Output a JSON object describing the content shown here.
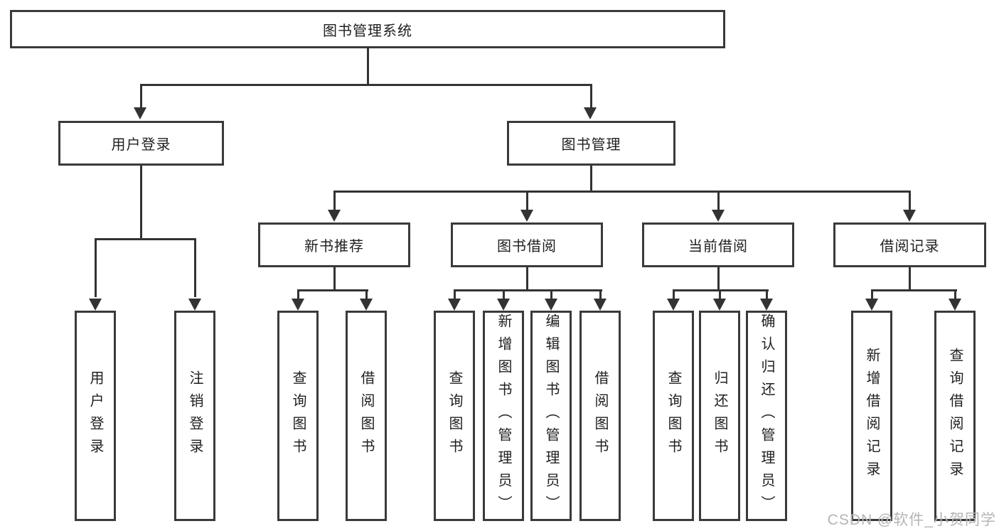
{
  "nodes": {
    "root": "图书管理系统",
    "user_login": "用户登录",
    "book_mgmt": "图书管理",
    "new_book_rec": "新书推荐",
    "book_borrow": "图书借阅",
    "current_borrow": "当前借阅",
    "borrow_records": "借阅记录",
    "leaf_user_login": "用户登录",
    "leaf_logout": "注销登录",
    "leaf_rec_query": "查询图书",
    "leaf_rec_borrow": "借阅图书",
    "leaf_bb_query": "查询图书",
    "leaf_bb_add": "新增图书（管理员）",
    "leaf_bb_edit": "编辑图书（管理员）",
    "leaf_bb_borrow": "借阅图书",
    "leaf_cb_query": "查询图书",
    "leaf_cb_return": "归还图书",
    "leaf_cb_confirm": "确认归还（管理员）",
    "leaf_br_add": "新增借阅记录",
    "leaf_br_query": "查询借阅记录"
  },
  "watermark": "CSDN @软件_小贺同学",
  "colors": {
    "line": "#333333",
    "border": "#3a3a3a",
    "text": "#1f1f1f",
    "watermark": "#b5b5b5",
    "background": "#ffffff"
  }
}
